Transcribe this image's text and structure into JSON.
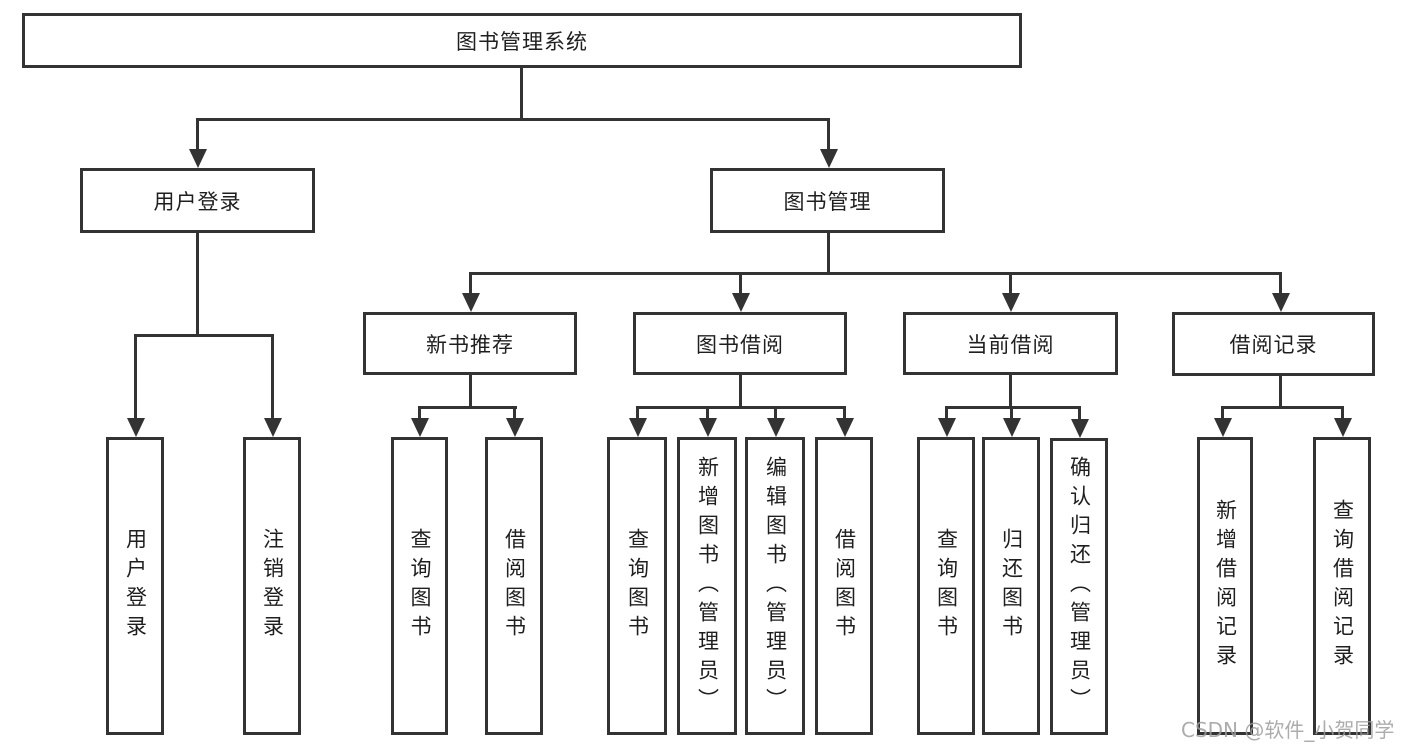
{
  "diagram": {
    "root": {
      "label": "图书管理系统"
    },
    "level1": [
      {
        "label": "用户登录"
      },
      {
        "label": "图书管理"
      }
    ],
    "level2": [
      {
        "label": "新书推荐"
      },
      {
        "label": "图书借阅"
      },
      {
        "label": "当前借阅"
      },
      {
        "label": "借阅记录"
      }
    ],
    "level3": [
      {
        "label": "用户登录"
      },
      {
        "label": "注销登录"
      },
      {
        "label": "查询图书"
      },
      {
        "label": "借阅图书"
      },
      {
        "label": "查询图书"
      },
      {
        "label": "新增图书（管理员）"
      },
      {
        "label": "编辑图书（管理员）"
      },
      {
        "label": "借阅图书"
      },
      {
        "label": "查询图书"
      },
      {
        "label": "归还图书"
      },
      {
        "label": "确认归还（管理员）"
      },
      {
        "label": "新增借阅记录"
      },
      {
        "label": "查询借阅记录"
      }
    ],
    "watermark": "CSDN @软件_小贺同学",
    "colors": {
      "line": "#333333",
      "text": "#1f1f1f",
      "watermark": "#9e9e9e",
      "background": "#ffffff"
    }
  }
}
